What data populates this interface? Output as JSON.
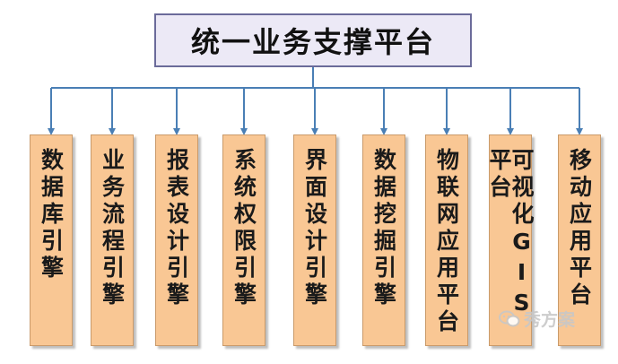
{
  "title": "统一业务支撑平台",
  "modules": [
    "数据库引擎",
    "业务流程引擎",
    "报表设计引擎",
    "系统权限引擎",
    "界面设计引擎",
    "数据挖掘引擎",
    "物联网应用平台",
    "可视化GIS平台",
    "移动应用平台"
  ],
  "watermark": "秀方案",
  "colors": {
    "title_fill": "#ece9f6",
    "title_border": "#6b6b9a",
    "module_fill": "#f9c794",
    "connector": "#4a7fb5"
  }
}
